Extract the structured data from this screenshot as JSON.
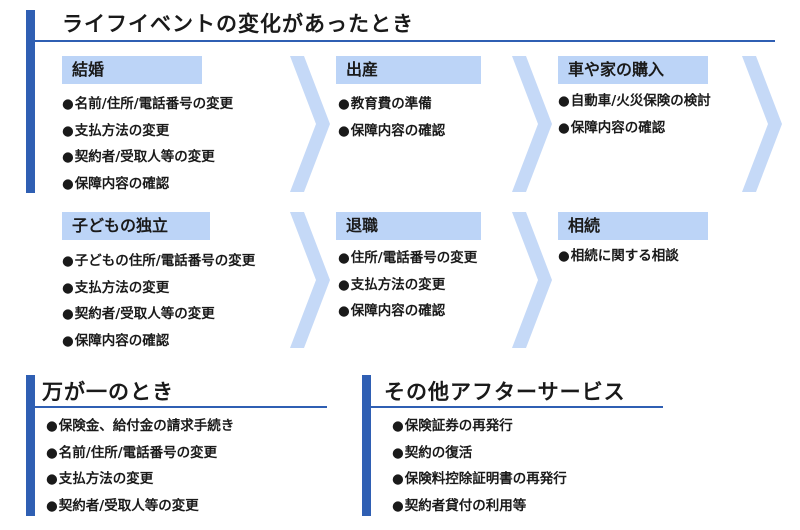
{
  "header": {
    "title": "ライフイベントの変化があったとき"
  },
  "events": [
    {
      "label": "結婚",
      "items": [
        "名前/住所/電話番号の変更",
        "支払方法の変更",
        "契約者/受取人等の変更",
        "保障内容の確認"
      ]
    },
    {
      "label": "出産",
      "items": [
        "教育費の準備",
        "保障内容の確認"
      ]
    },
    {
      "label": "車や家の購入",
      "items": [
        "自動車/火災保険の検討",
        "保障内容の確認"
      ]
    },
    {
      "label": "子どもの独立",
      "items": [
        "子どもの住所/電話番号の変更",
        "支払方法の変更",
        "契約者/受取人等の変更",
        "保障内容の確認"
      ]
    },
    {
      "label": "退職",
      "items": [
        "住所/電話番号の変更",
        "支払方法の変更",
        "保障内容の確認"
      ]
    },
    {
      "label": "相続",
      "items": [
        "相続に関する相談"
      ]
    }
  ],
  "emergency": {
    "title": "万が一のとき",
    "items": [
      "保険金、給付金の請求手続き",
      "名前/住所/電話番号の変更",
      "支払方法の変更",
      "契約者/受取人等の変更"
    ]
  },
  "after_service": {
    "title": "その他アフターサービス",
    "items": [
      "保険証券の再発行",
      "契約の復活",
      "保険料控除証明書の再発行",
      "契約者貸付の利用等"
    ]
  },
  "colors": {
    "accent_bar": "#2f5fb3",
    "label_bg": "#bcd4f7",
    "chevron": "#c5d9f7"
  }
}
